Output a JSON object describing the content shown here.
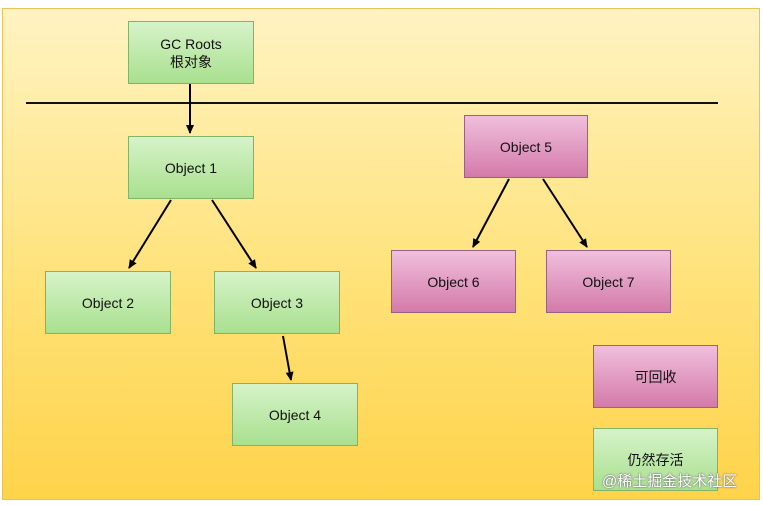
{
  "diagram": {
    "root": {
      "line1": "GC Roots",
      "line2": "根对象"
    },
    "objects": {
      "o1": "Object 1",
      "o2": "Object 2",
      "o3": "Object 3",
      "o4": "Object 4",
      "o5": "Object 5",
      "o6": "Object 6",
      "o7": "Object 7"
    },
    "legend": {
      "collectable": "可回收",
      "alive": "仍然存活"
    },
    "edges": [
      [
        "root",
        "o1"
      ],
      [
        "o1",
        "o2"
      ],
      [
        "o1",
        "o3"
      ],
      [
        "o3",
        "o4"
      ],
      [
        "o5",
        "o6"
      ],
      [
        "o5",
        "o7"
      ]
    ],
    "colors": {
      "reachable_fill": "#a9e08f",
      "unreachable_fill": "#d47aaa",
      "background": "#ffe27a"
    }
  },
  "watermark": "@稀土掘金技术社区"
}
